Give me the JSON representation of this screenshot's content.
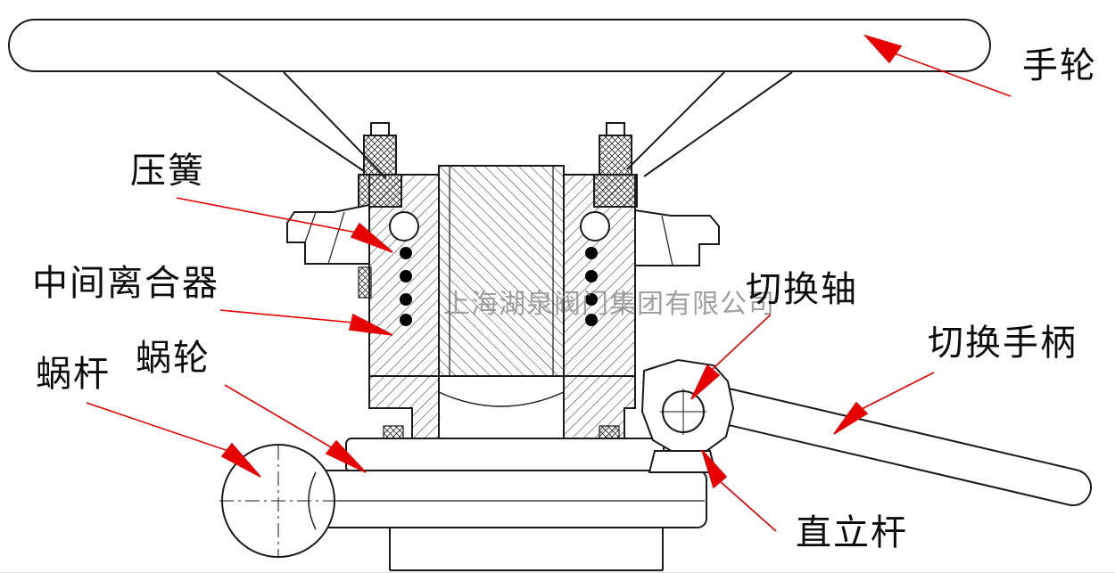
{
  "diagram_title": "valve-gearbox-handwheel-section",
  "watermark": "上海湖泉阀门集团有限公司",
  "labels": {
    "handwheel": "手轮",
    "compression_spring": "压簧",
    "middle_clutch": "中间离合器",
    "worm": "蜗杆",
    "worm_wheel": "蜗轮",
    "switch_shaft": "切换轴",
    "switch_handle": "切换手柄",
    "vertical_rod": "直立杆"
  },
  "colors": {
    "line": "#1a1a1a",
    "callout": "#e60000",
    "watermark_gray": "#8f8f8f",
    "background": "#ffffff"
  }
}
